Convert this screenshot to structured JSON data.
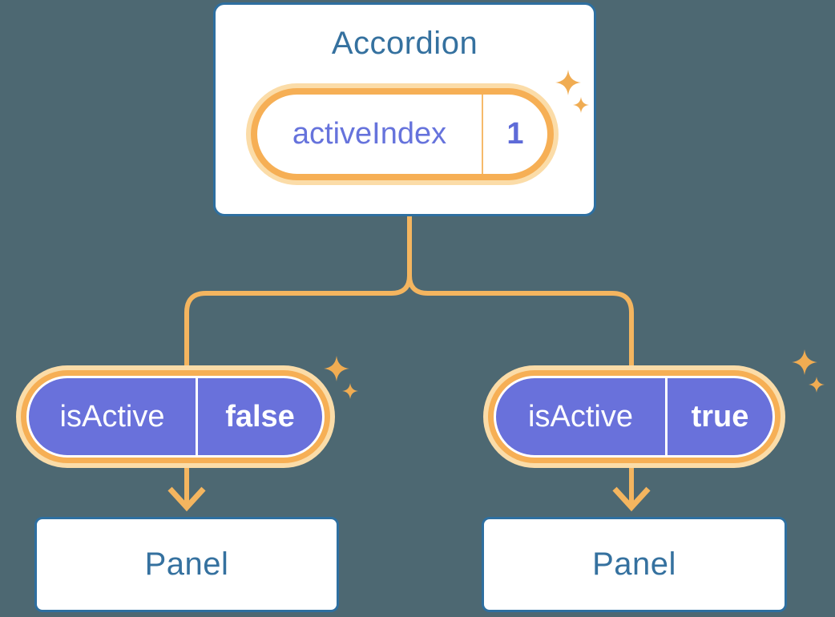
{
  "canvas": {
    "background": "#4D6872"
  },
  "palette": {
    "node_border_blue": "#2E6FA0",
    "node_text_blue": "#35719F",
    "pill_purple_fill": "#6971DB",
    "pill_purple_text": "#6673DC",
    "ring_orange": "#F6AF55",
    "ring_glow_peach": "#FBDCA8",
    "connector_orange": "#F4B55F",
    "sparkle_orange": "#F0AC52"
  },
  "tree": {
    "root": {
      "title": "Accordion",
      "state": {
        "name": "activeIndex",
        "value": "1"
      }
    },
    "left_branch": {
      "prop": {
        "name": "isActive",
        "value": "false"
      },
      "child_title": "Panel"
    },
    "right_branch": {
      "prop": {
        "name": "isActive",
        "value": "true"
      },
      "child_title": "Panel"
    }
  }
}
